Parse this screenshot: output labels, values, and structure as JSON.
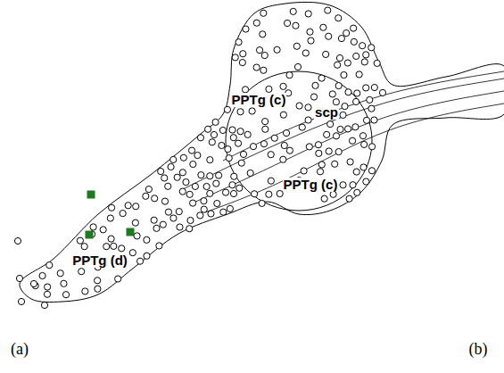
{
  "diagram": {
    "labels": [
      "PPTg (c)",
      "scp",
      "PPTg (c)",
      "PPTg (d)",
      "(a)",
      "(b)"
    ]
  }
}
